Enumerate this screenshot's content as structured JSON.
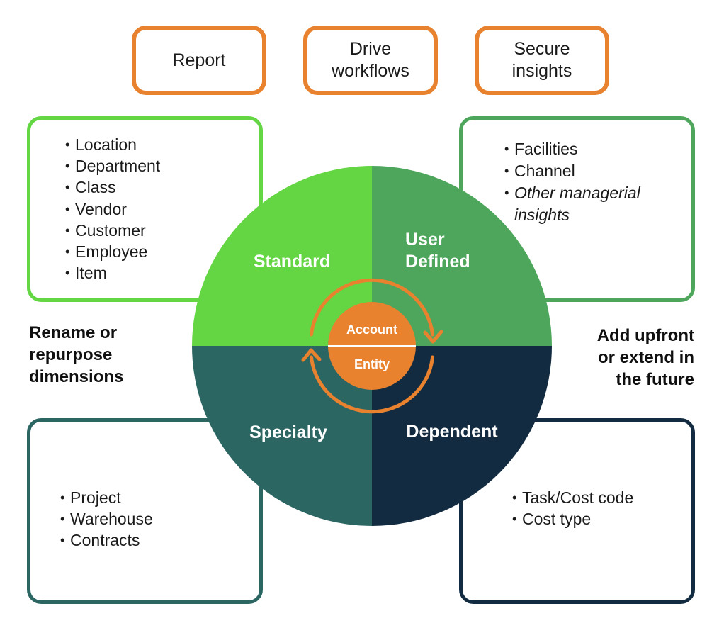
{
  "top_boxes": [
    {
      "lines": [
        "Report"
      ]
    },
    {
      "lines": [
        "Drive",
        "workflows"
      ]
    },
    {
      "lines": [
        "Secure",
        "insights"
      ]
    }
  ],
  "quadrants": {
    "standard": {
      "label": "Standard",
      "color": "#64D644",
      "items": [
        "Location",
        "Department",
        "Class",
        "Vendor",
        "Customer",
        "Employee",
        "Item"
      ]
    },
    "user_defined": {
      "label_lines": [
        "User",
        "Defined"
      ],
      "color": "#4DA65B",
      "items": [
        "Facilities",
        "Channel",
        "Other managerial insights"
      ]
    },
    "specialty": {
      "label": "Specialty",
      "color": "#2C6663",
      "items": [
        "Project",
        "Warehouse",
        "Contracts"
      ]
    },
    "dependent": {
      "label": "Dependent",
      "color": "#132B40",
      "items": [
        "Task/Cost code",
        "Cost type"
      ]
    }
  },
  "core": {
    "top": "Account",
    "bottom": "Entity",
    "color": "#E8822F"
  },
  "left_caption": [
    "Rename or",
    "repurpose",
    "dimensions"
  ],
  "right_caption": [
    "Add upfront",
    "or extend in",
    "the future"
  ]
}
